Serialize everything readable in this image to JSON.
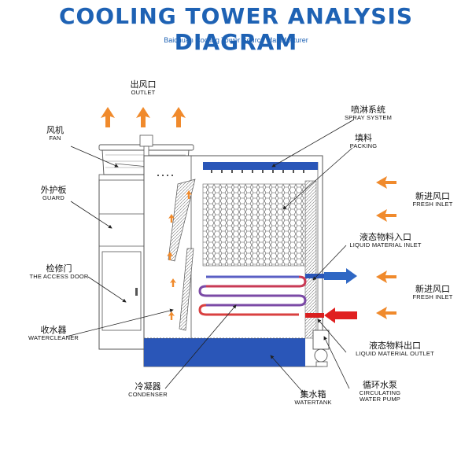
{
  "title": "COOLING TOWER ANALYSIS DIAGRAM",
  "subtitle": "Baichuan Cooling Tower Source Manufacturer",
  "labels": {
    "outlet": {
      "zh": "出风口",
      "en": "OUTLET"
    },
    "fan": {
      "zh": "风机",
      "en": "FAN"
    },
    "guard": {
      "zh": "外护板",
      "en": "GUARD"
    },
    "access_door": {
      "zh": "检修门",
      "en": "THE ACCESS DOOR"
    },
    "watercleaner": {
      "zh": "收水器",
      "en": "WATERCLEANER"
    },
    "condenser": {
      "zh": "冷凝器",
      "en": "CONDENSER"
    },
    "watertank": {
      "zh": "集水箱",
      "en": "WATERTANK"
    },
    "water_pump": {
      "zh": "循环水泵",
      "en": "CIRCULATING WATER PUMP"
    },
    "liquid_outlet": {
      "zh": "液态物料出口",
      "en": "LIQUID MATERIAL OUTLET"
    },
    "fresh_inlet_2": {
      "zh": "新进风口",
      "en": "FRESH INLET"
    },
    "liquid_inlet": {
      "zh": "液态物料入口",
      "en": "LIQUID MATERIAL INLET"
    },
    "fresh_inlet_1": {
      "zh": "新进风口",
      "en": "FRESH INLET"
    },
    "packing": {
      "zh": "填料",
      "en": "PACKING"
    },
    "spray_system": {
      "zh": "喷淋系统",
      "en": "SPRAY SYSTEM"
    }
  },
  "colors": {
    "title": "#1e62b4",
    "water": "#2a56b8",
    "airflow_arrow": "#f08a2c",
    "outlet_flow_arrow": "#2f67c4",
    "inlet_flow_arrow": "#e02020",
    "coil": "#d94040"
  }
}
